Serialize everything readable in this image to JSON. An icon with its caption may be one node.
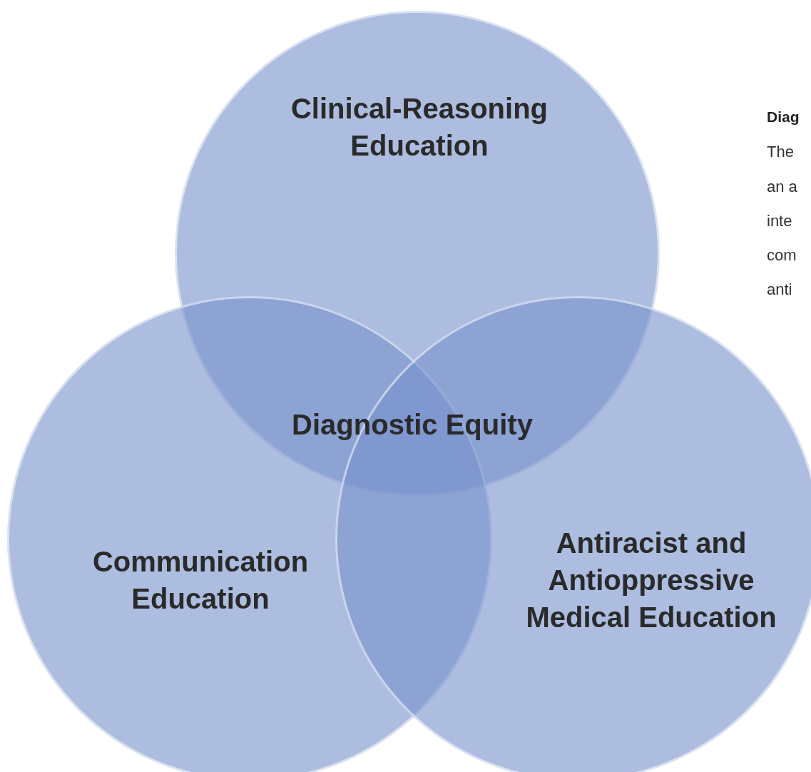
{
  "diagram": {
    "nodes": [
      {
        "text": [
          "Clinical-Reasoning Education"
        ]
      },
      {
        "text": [
          "Communication Education"
        ]
      },
      {
        "text": [
          "Antiracist and Antioppressive Medical Education"
        ]
      }
    ],
    "labels": [
      "Diagnostic Equity",
      "Diag",
      "The",
      "an a",
      "inte",
      "com",
      "anti"
    ]
  }
}
